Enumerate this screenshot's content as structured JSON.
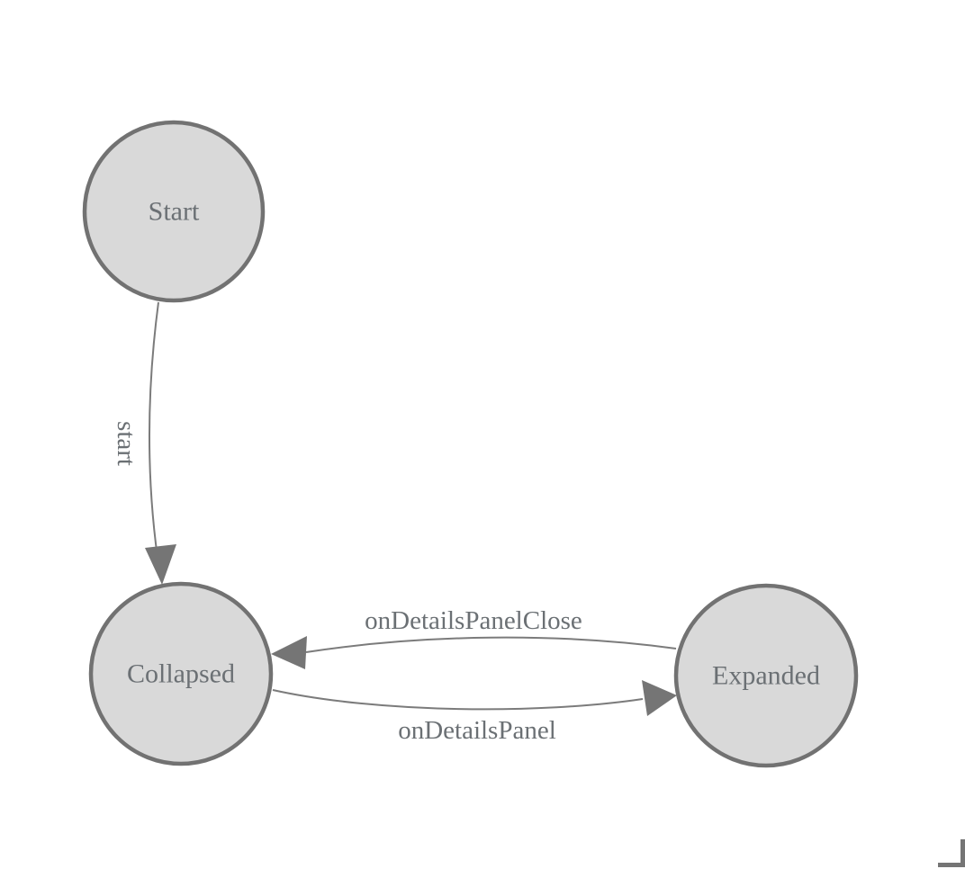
{
  "diagram": {
    "type": "state-machine",
    "nodes": [
      {
        "id": "start",
        "label": "Start"
      },
      {
        "id": "collapsed",
        "label": "Collapsed"
      },
      {
        "id": "expanded",
        "label": "Expanded"
      }
    ],
    "edges": [
      {
        "from": "Start",
        "to": "Collapsed",
        "label": "start"
      },
      {
        "from": "Expanded",
        "to": "Collapsed",
        "label": "onDetailsPanelClose"
      },
      {
        "from": "Collapsed",
        "to": "Expanded",
        "label": "onDetailsPanel"
      }
    ],
    "colors": {
      "background": "#ffffff",
      "node_fill": "#d9d9d9",
      "node_stroke": "#727272",
      "edge_stroke": "#7b7b7b",
      "arrow_fill": "#757575",
      "text": "#6b7074",
      "resize_handle": "#757575"
    }
  }
}
